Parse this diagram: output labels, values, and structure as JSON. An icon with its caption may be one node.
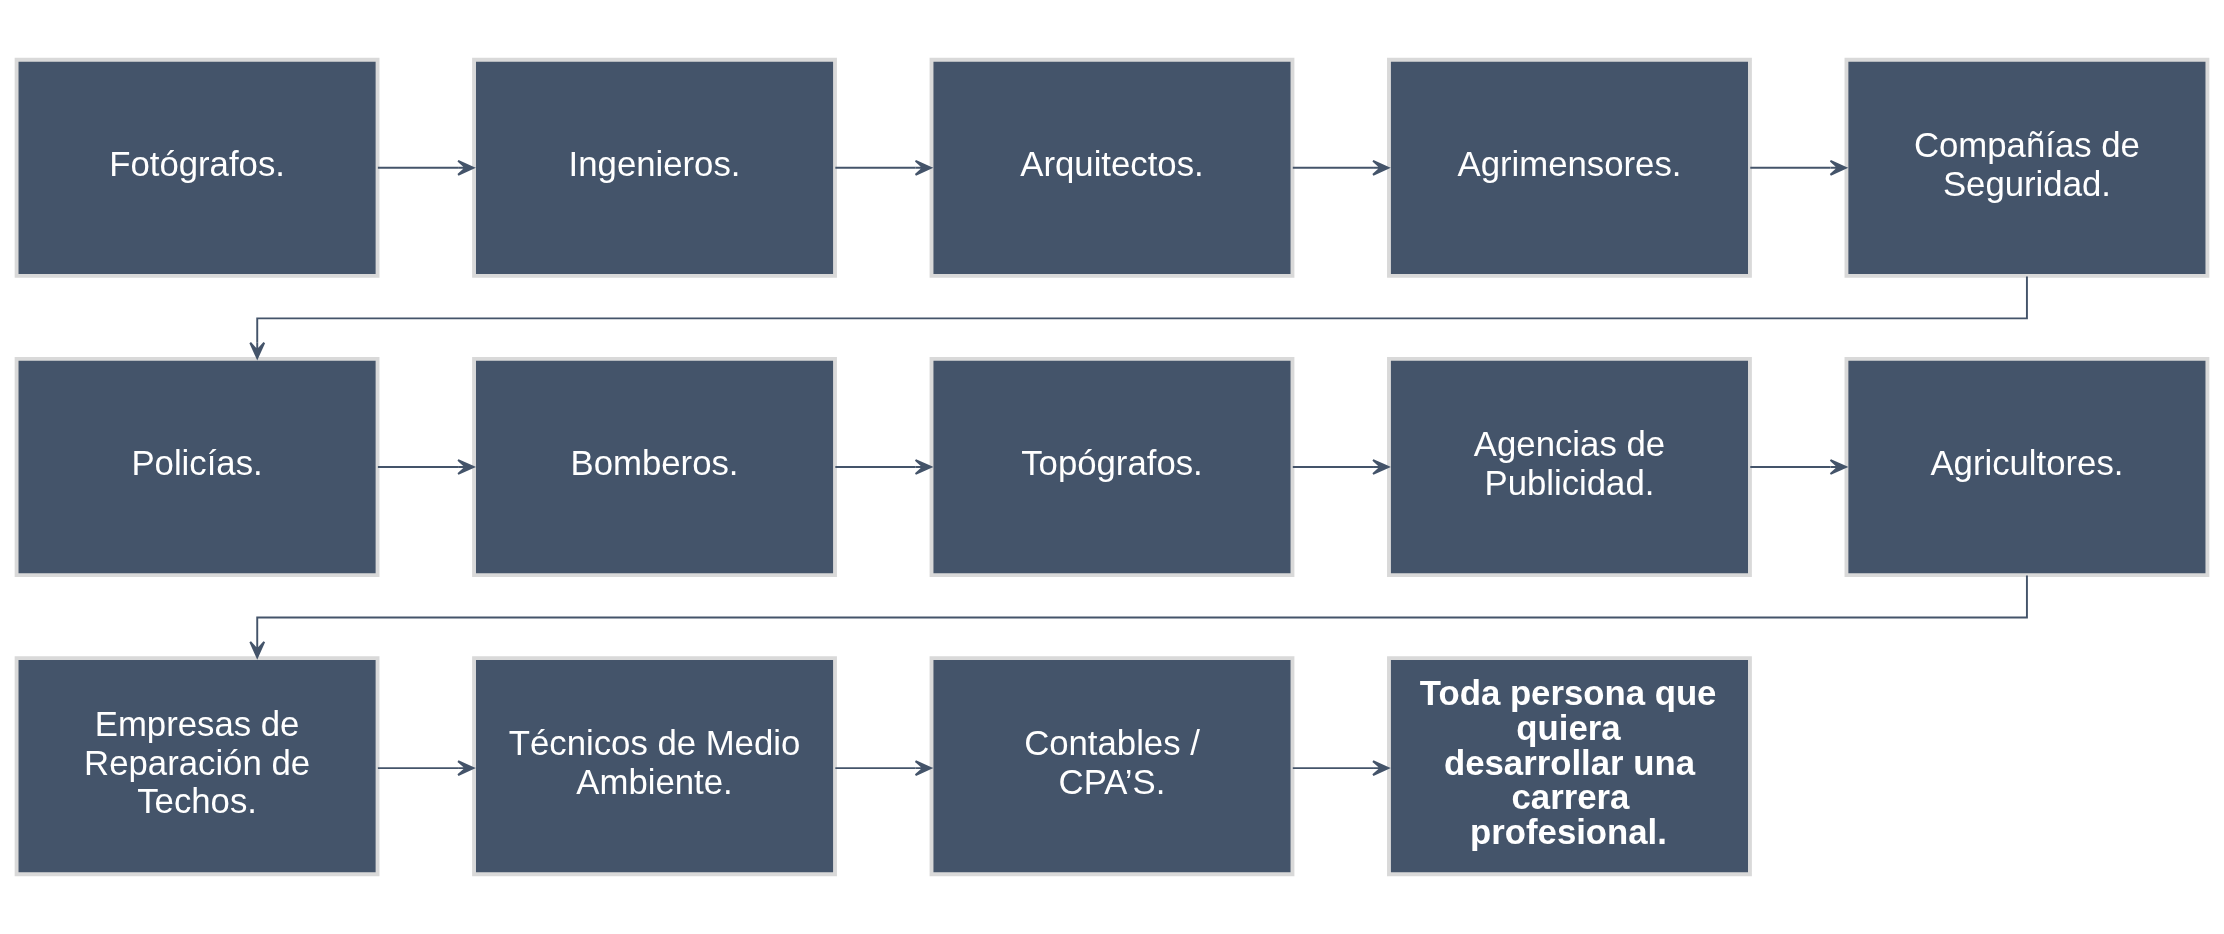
{
  "diagram": {
    "nodes": [
      {
        "text": [
          "Fotógrafos."
        ]
      },
      {
        "text": [
          "Ingenieros."
        ]
      },
      {
        "text": [
          "Arquitectos."
        ]
      },
      {
        "text": [
          "Agrimensores."
        ]
      },
      {
        "text": [
          "Compañías de Seguridad."
        ]
      },
      {
        "text": [
          "Policías."
        ]
      },
      {
        "text": [
          "Bomberos."
        ]
      },
      {
        "text": [
          "Topógrafos."
        ]
      },
      {
        "text": [
          "Agencias de Publicidad."
        ]
      },
      {
        "text": [
          "Agricultores."
        ]
      },
      {
        "text": [
          "Empresas de Reparación de Techos."
        ]
      },
      {
        "text": [
          "Técnicos de Medio Ambiente."
        ]
      },
      {
        "text": [
          "Contables / CPA’S."
        ]
      },
      {
        "text": [
          "Toda persona que quiera desarrollar una carrera profesional."
        ]
      }
    ],
    "edges": [
      {
        "from": 0,
        "to": 1,
        "arrow": "to"
      },
      {
        "from": 1,
        "to": 2,
        "arrow": "to"
      },
      {
        "from": 2,
        "to": 3,
        "arrow": "to"
      },
      {
        "from": 3,
        "to": 4,
        "arrow": "to"
      },
      {
        "from": 4,
        "to": 5,
        "arrow": "to"
      },
      {
        "from": 5,
        "to": 6,
        "arrow": "to"
      },
      {
        "from": 6,
        "to": 7,
        "arrow": "to"
      },
      {
        "from": 7,
        "to": 8,
        "arrow": "to"
      },
      {
        "from": 8,
        "to": 9,
        "arrow": "to"
      },
      {
        "from": 9,
        "to": 10,
        "arrow": "to"
      },
      {
        "from": 10,
        "to": 11,
        "arrow": "to"
      },
      {
        "from": 11,
        "to": 12,
        "arrow": "to"
      },
      {
        "from": 12,
        "to": 13,
        "arrow": "to"
      }
    ]
  }
}
